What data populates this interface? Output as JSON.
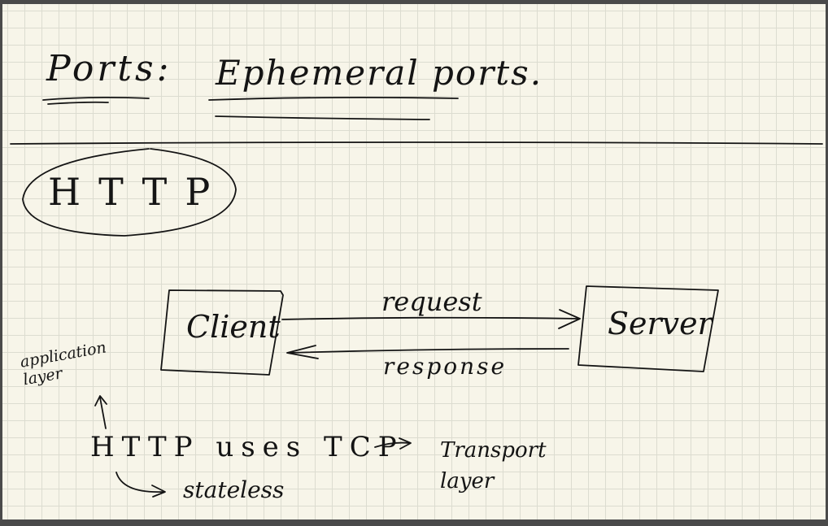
{
  "notes": {
    "ports_heading": "Ports:",
    "ephemeral_heading": "Ephemeral ports.",
    "http_title": "HTTP",
    "client_label": "Client",
    "server_label": "Server",
    "request_label": "request",
    "response_label": "response",
    "application_layer_label": "application layer",
    "http_uses_tcp": "HTTP uses TCP",
    "transport_layer_label": "Transport layer",
    "stateless_label": "stateless"
  }
}
